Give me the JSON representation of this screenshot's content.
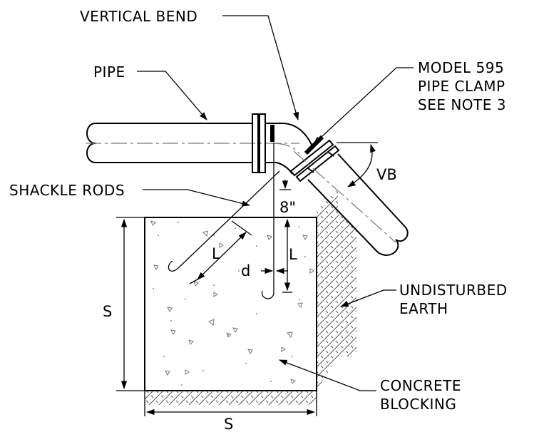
{
  "labels": {
    "vertical_bend": "VERTICAL BEND",
    "pipe": "PIPE",
    "clamp_line1": "MODEL 595",
    "clamp_line2": "PIPE CLAMP",
    "clamp_line3": "SEE NOTE 3",
    "shackle_rods": "SHACKLE RODS",
    "vb": "VB",
    "eight_inch": "8\"",
    "l_left": "L",
    "l_right": "L",
    "d": "d",
    "s_side": "S",
    "s_bottom": "S",
    "undisturbed_line1": "UNDISTURBED",
    "undisturbed_line2": "EARTH",
    "concrete_line1": "CONCRETE",
    "concrete_line2": "BLOCKING"
  }
}
